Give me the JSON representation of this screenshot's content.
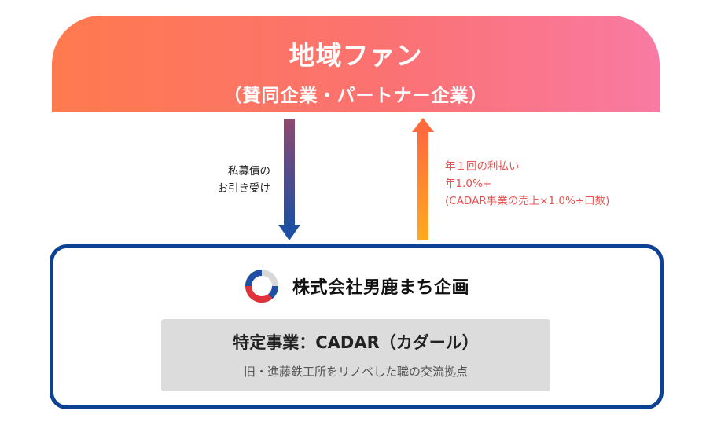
{
  "top": {
    "title": "地域ファン",
    "subtitle": "（賛同企業・パートナー企業）"
  },
  "flows": {
    "down_label": [
      "私募債の",
      "お引き受け"
    ],
    "up_label": [
      "年１回の利払い",
      "年1.0%+",
      "(CADAR事業の売上×1.0%÷口数)"
    ]
  },
  "company": {
    "name": "株式会社男鹿まち企画",
    "logo_icon": "company-logo-ring-icon"
  },
  "project": {
    "title": "特定事業：CADAR（カダール）",
    "description": "旧・進藤鉄工所をリノベした職の交流拠点"
  },
  "colors": {
    "banner_start": "#ff7a4e",
    "banner_end": "#f97aa3",
    "box_border": "#0d4193",
    "down_arrow_top": "#8e4a70",
    "down_arrow_bottom": "#1e4fa2",
    "up_arrow_top": "#ff6a3d",
    "up_arrow_bottom": "#ffaa1f",
    "up_label": "#e8524f"
  }
}
